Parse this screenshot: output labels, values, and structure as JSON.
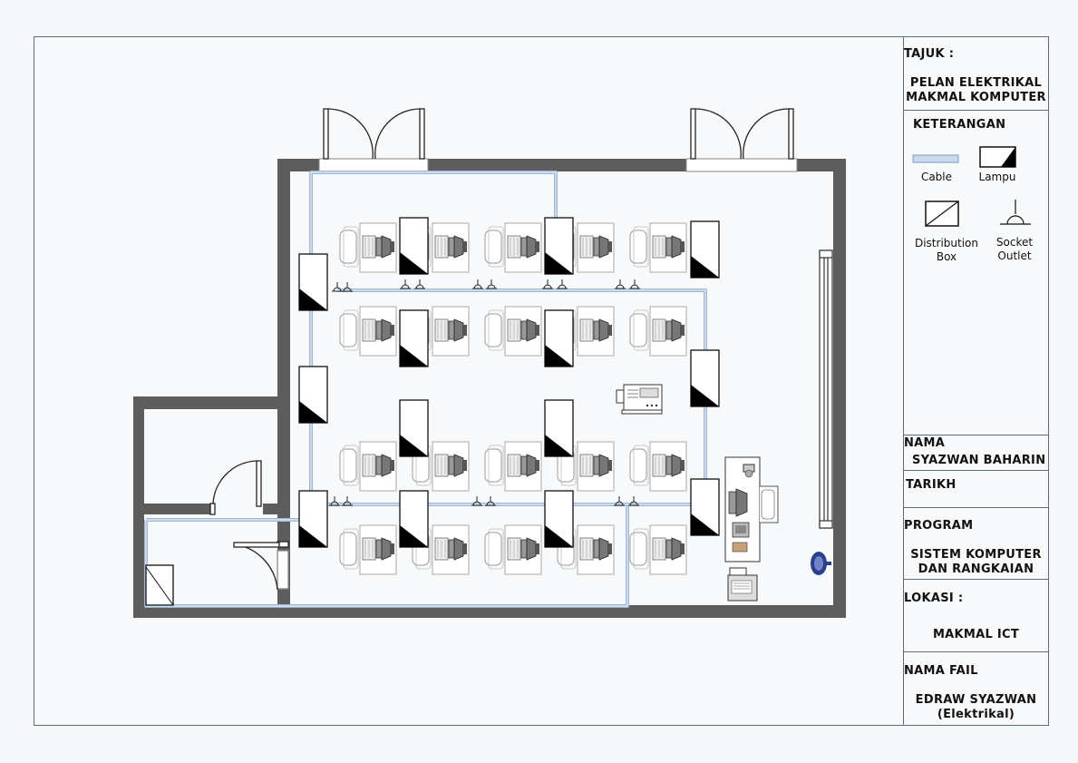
{
  "title_block": {
    "tajuk_label": "TAJUK :",
    "title_line1": "PELAN ELEKTRIKAL",
    "title_line2": "MAKMAL KOMPUTER",
    "keterangan_label": "KETERANGAN",
    "legend": {
      "cable": "Cable",
      "lampu": "Lampu",
      "distribution_line1": "Distribution",
      "distribution_line2": "Box",
      "socket_line1": "Socket",
      "socket_line2": "Outlet"
    },
    "nama_label": "NAMA",
    "nama_value": "SYAZWAN BAHARIN",
    "tarikh_label": "TARIKH",
    "tarikh_value": "",
    "program_label": "PROGRAM",
    "program_line1": "SISTEM KOMPUTER",
    "program_line2": "DAN RANGKAIAN",
    "lokasi_label": "LOKASI :",
    "lokasi_value": "MAKMAL ICT",
    "nama_fail_label": "NAMA FAIL",
    "nama_fail_line1": "EDRAW SYAZWAN",
    "nama_fail_line2": "(Elektrikal)"
  },
  "colors": {
    "wall": "#5d5d5d",
    "cable": "#9fb8d4",
    "border": "#5a6a80",
    "fan": "#2b3f8c"
  },
  "icons": [
    "lamp-icon",
    "distribution-box-icon",
    "socket-outlet-icon",
    "fan-icon",
    "printer-icon",
    "fax-machine-icon",
    "computer-icon",
    "chair-icon",
    "door-icon"
  ]
}
